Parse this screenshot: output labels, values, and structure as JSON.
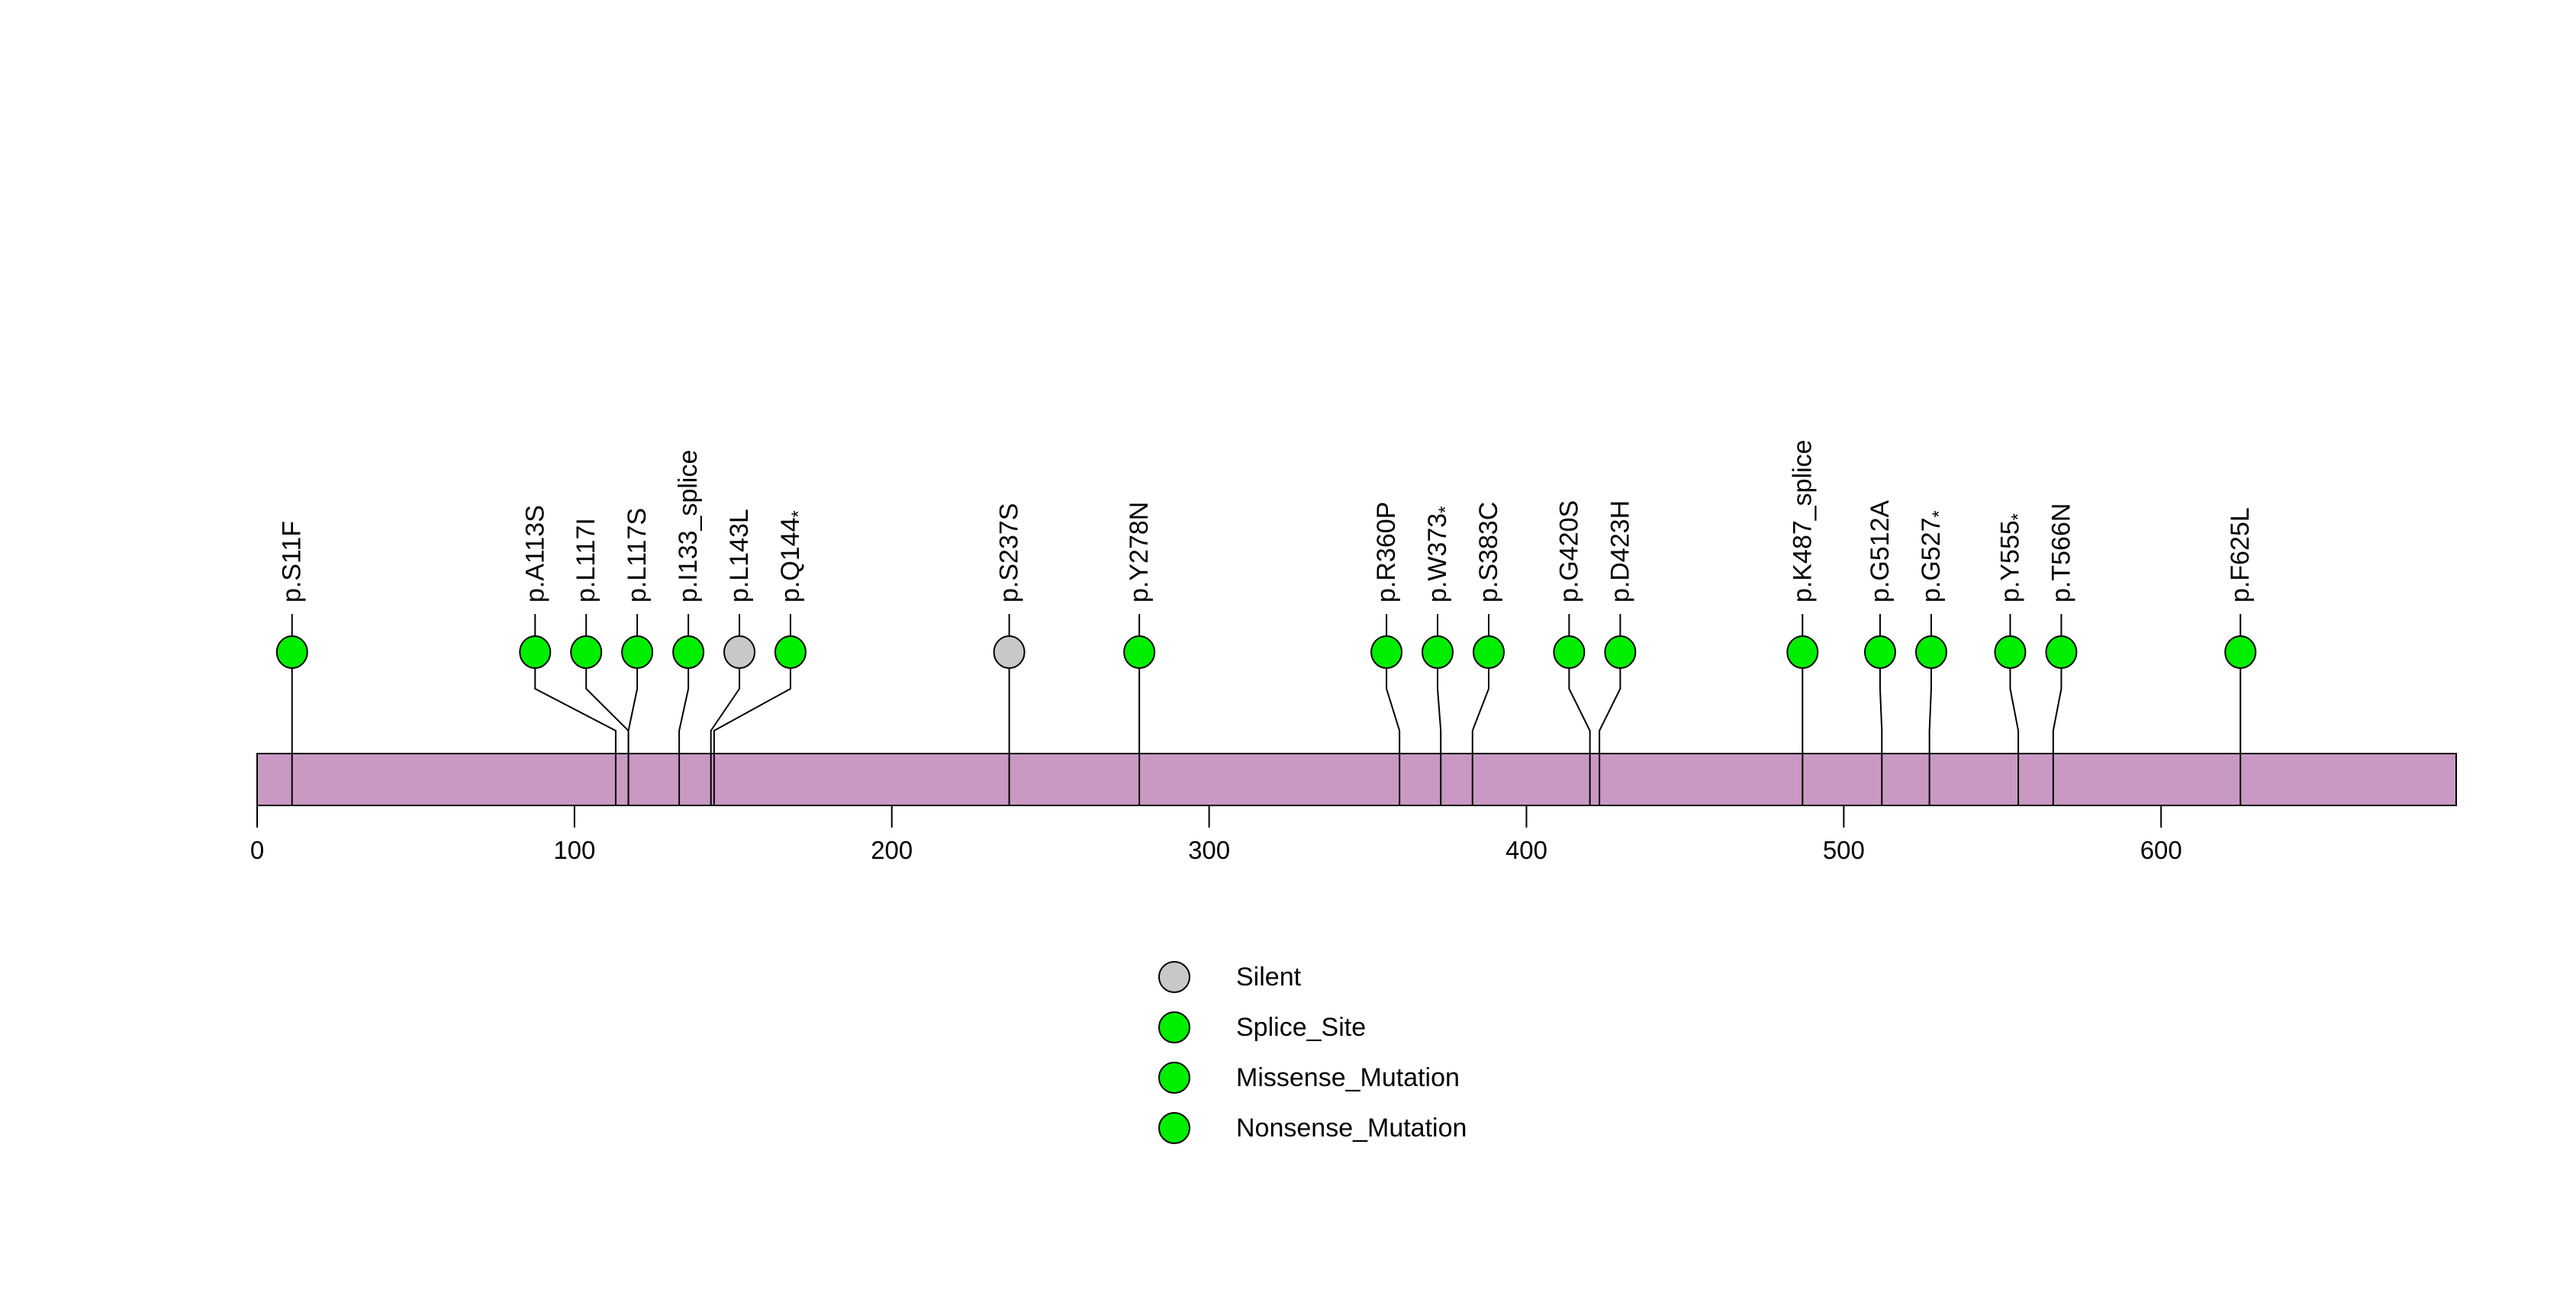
{
  "chart_data": {
    "type": "lollipop",
    "title": "",
    "xlabel": "",
    "ylabel": "",
    "axis": {
      "xlim": [
        0,
        693
      ],
      "ticks": [
        0,
        100,
        200,
        300,
        400,
        500,
        600
      ],
      "grid": false
    },
    "protein_bar": {
      "start": 0,
      "end": 693,
      "fill_color": "#c999c3",
      "border_color": "#000000"
    },
    "mutation_type_colors": {
      "Silent": "#c8c8c8",
      "Splice_Site": "#00ee00",
      "Missense_Mutation": "#00ee00",
      "Nonsense_Mutation": "#00ee00"
    },
    "mutations": [
      {
        "label": "p.S11F",
        "position": 11,
        "type": "Missense_Mutation"
      },
      {
        "label": "p.A113S",
        "position": 113,
        "type": "Missense_Mutation"
      },
      {
        "label": "p.L117I",
        "position": 117,
        "type": "Missense_Mutation"
      },
      {
        "label": "p.L117S",
        "position": 117,
        "type": "Missense_Mutation"
      },
      {
        "label": "p.I133_splice",
        "position": 133,
        "type": "Splice_Site"
      },
      {
        "label": "p.L143L",
        "position": 143,
        "type": "Silent"
      },
      {
        "label": "p.Q144*",
        "position": 144,
        "type": "Nonsense_Mutation"
      },
      {
        "label": "p.S237S",
        "position": 237,
        "type": "Silent"
      },
      {
        "label": "p.Y278N",
        "position": 278,
        "type": "Missense_Mutation"
      },
      {
        "label": "p.R360P",
        "position": 360,
        "type": "Missense_Mutation"
      },
      {
        "label": "p.W373*",
        "position": 373,
        "type": "Nonsense_Mutation"
      },
      {
        "label": "p.S383C",
        "position": 383,
        "type": "Missense_Mutation"
      },
      {
        "label": "p.G420S",
        "position": 420,
        "type": "Missense_Mutation"
      },
      {
        "label": "p.D423H",
        "position": 423,
        "type": "Missense_Mutation"
      },
      {
        "label": "p.K487_splice",
        "position": 487,
        "type": "Splice_Site"
      },
      {
        "label": "p.G512A",
        "position": 512,
        "type": "Missense_Mutation"
      },
      {
        "label": "p.G527*",
        "position": 527,
        "type": "Nonsense_Mutation"
      },
      {
        "label": "p.Y555*",
        "position": 555,
        "type": "Nonsense_Mutation"
      },
      {
        "label": "p.T566N",
        "position": 566,
        "type": "Missense_Mutation"
      },
      {
        "label": "p.F625L",
        "position": 625,
        "type": "Missense_Mutation"
      }
    ],
    "legend": {
      "position": "bottom-center",
      "items": [
        {
          "label": "Silent",
          "color": "#c8c8c8"
        },
        {
          "label": "Splice_Site",
          "color": "#00ee00"
        },
        {
          "label": "Missense_Mutation",
          "color": "#00ee00"
        },
        {
          "label": "Nonsense_Mutation",
          "color": "#00ee00"
        }
      ]
    }
  }
}
